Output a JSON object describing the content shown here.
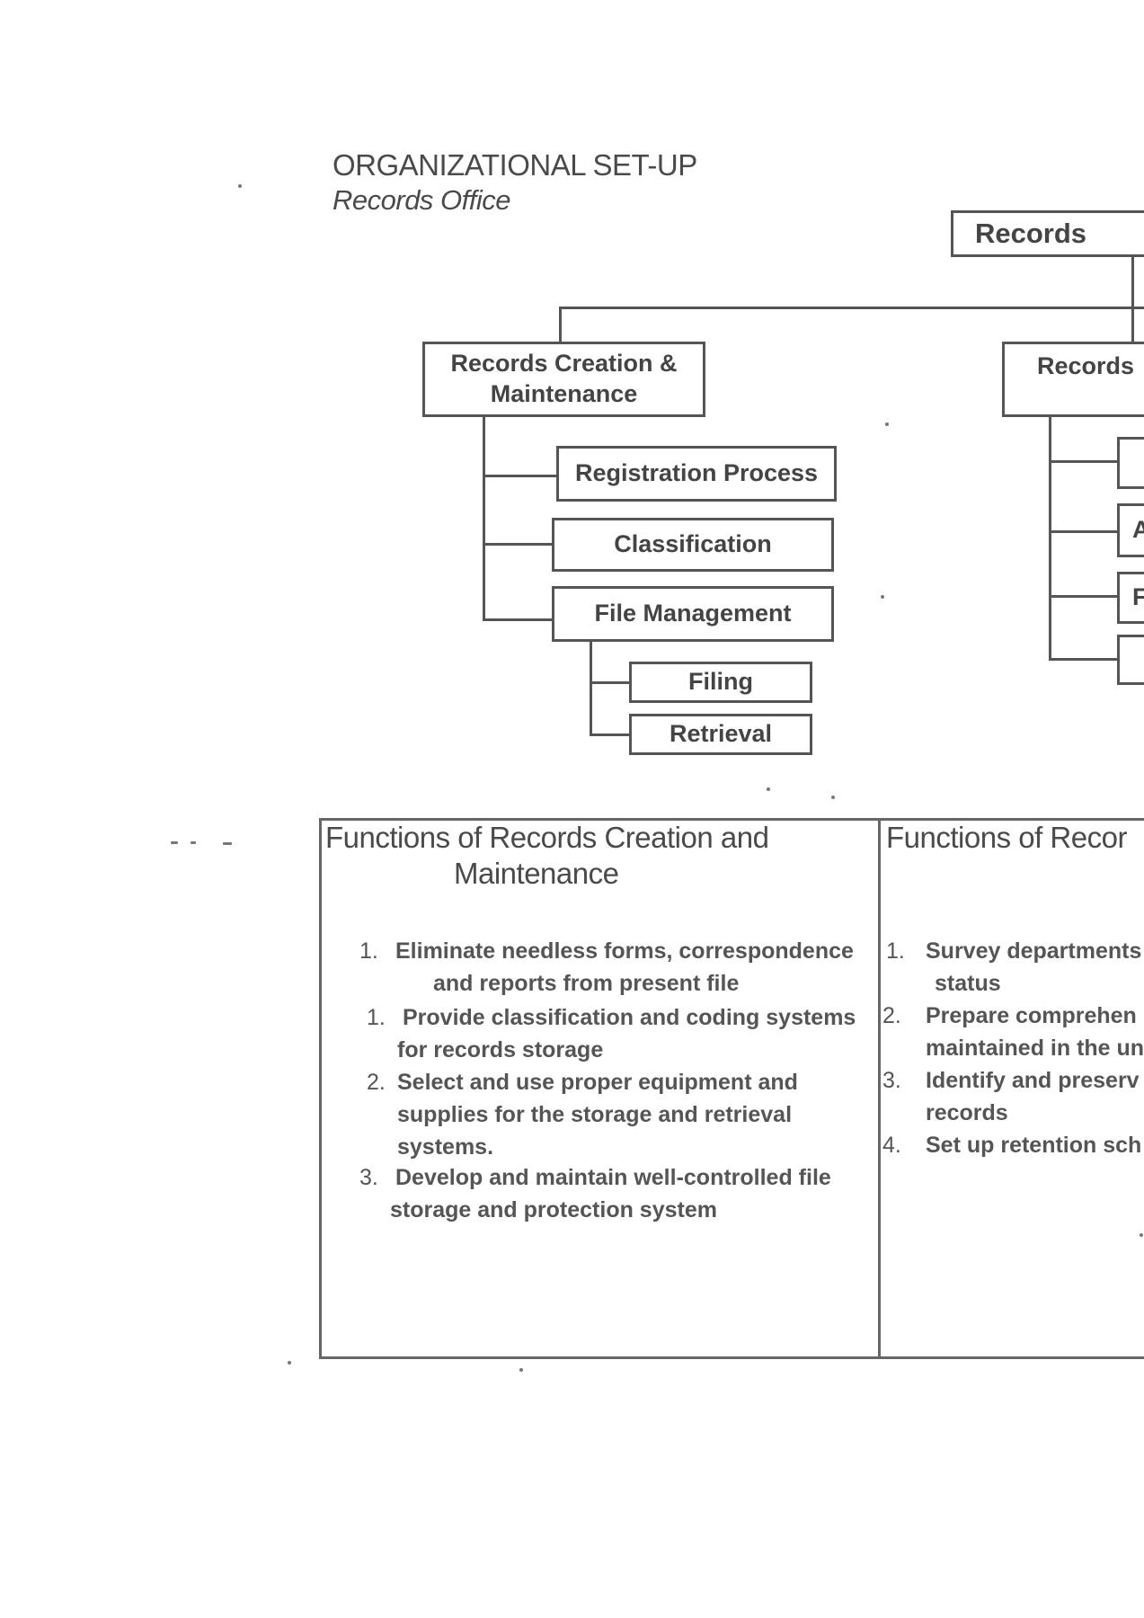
{
  "header": {
    "title": "ORGANIZATIONAL SET-UP",
    "subtitle": "Records Office"
  },
  "chart": {
    "top_box": "Records",
    "left_branch": {
      "title_line1": "Records Creation &",
      "title_line2": "Maintenance",
      "children": [
        "Registration Process",
        "Classification",
        "File Management"
      ],
      "grandchildren": [
        "Filing",
        "Retrieval"
      ]
    },
    "right_branch": {
      "title": "Records",
      "children": [
        "",
        "A",
        "F",
        ""
      ]
    }
  },
  "panels": {
    "left": {
      "heading_line1": "Functions of Records Creation and",
      "heading_line2": "Maintenance",
      "items": [
        {
          "num": "1.",
          "line1": "Eliminate needless forms, correspondence",
          "line2": "and reports from present file"
        },
        {
          "num": "1.",
          "line1": "Provide classification and coding systems",
          "line2": "for records storage"
        },
        {
          "num": "2.",
          "line1": "Select and use proper equipment and",
          "line2": "supplies for the storage and retrieval",
          "line3": "systems."
        },
        {
          "num": "3.",
          "line1": "Develop and maintain well-controlled file",
          "line2": "storage and protection system"
        }
      ]
    },
    "right": {
      "heading_line1": "Functions of Recor",
      "items": [
        {
          "num": "1.",
          "line1": "Survey departments",
          "line2": "status"
        },
        {
          "num": "2.",
          "line1": "Prepare comprehen",
          "line2": "maintained in the un"
        },
        {
          "num": "3.",
          "line1": "Identify and preserv",
          "line2": "records"
        },
        {
          "num": "4.",
          "line1": "Set up retention sch"
        }
      ]
    }
  }
}
